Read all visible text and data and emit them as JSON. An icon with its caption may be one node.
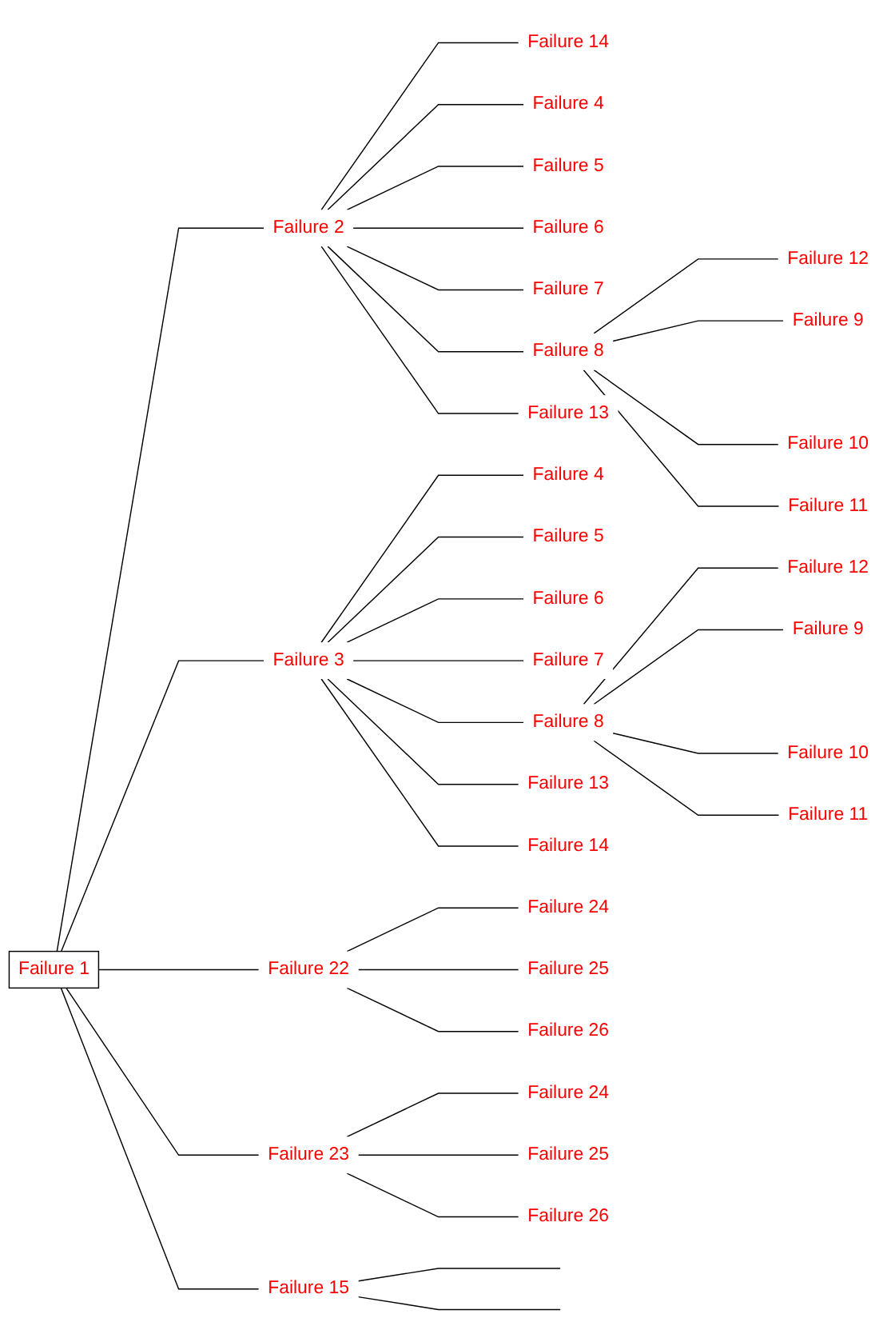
{
  "diagram": {
    "nodes": [
      {
        "text": [
          "Failure 1"
        ]
      },
      {
        "text": [
          "Failure 2"
        ]
      },
      {
        "text": [
          "Failure 14"
        ]
      },
      {
        "text": [
          "Failure 4"
        ]
      },
      {
        "text": [
          "Failure 5"
        ]
      },
      {
        "text": [
          "Failure 6"
        ]
      },
      {
        "text": [
          "Failure 7"
        ]
      },
      {
        "text": [
          "Failure 8"
        ]
      },
      {
        "text": [
          "Failure 12"
        ]
      },
      {
        "text": [
          "Failure 9"
        ]
      },
      {
        "text": [
          "Failure 10"
        ]
      },
      {
        "text": [
          "Failure 11"
        ]
      },
      {
        "text": [
          "Failure 13"
        ]
      },
      {
        "text": [
          "Failure 3"
        ]
      },
      {
        "text": [
          "Failure 4"
        ]
      },
      {
        "text": [
          "Failure 5"
        ]
      },
      {
        "text": [
          "Failure 6"
        ]
      },
      {
        "text": [
          "Failure 7"
        ]
      },
      {
        "text": [
          "Failure 8"
        ]
      },
      {
        "text": [
          "Failure 12"
        ]
      },
      {
        "text": [
          "Failure 9"
        ]
      },
      {
        "text": [
          "Failure 10"
        ]
      },
      {
        "text": [
          "Failure 11"
        ]
      },
      {
        "text": [
          "Failure 13"
        ]
      },
      {
        "text": [
          "Failure 14"
        ]
      },
      {
        "text": [
          "Failure 15"
        ]
      },
      {
        "text": [
          "Failure 22"
        ]
      },
      {
        "text": [
          "Failure 24"
        ]
      },
      {
        "text": [
          "Failure 25"
        ]
      },
      {
        "text": [
          "Failure 26"
        ]
      },
      {
        "text": [
          "Failure 23"
        ]
      },
      {
        "text": [
          "Failure 24"
        ]
      },
      {
        "text": [
          "Failure 25"
        ]
      },
      {
        "text": [
          "Failure 26"
        ]
      }
    ],
    "edges": [
      {
        "from": 0,
        "to": 1,
        "arrow": "none"
      },
      {
        "from": 1,
        "to": 2,
        "arrow": "none"
      },
      {
        "from": 1,
        "to": 3,
        "arrow": "none"
      },
      {
        "from": 1,
        "to": 4,
        "arrow": "none"
      },
      {
        "from": 1,
        "to": 5,
        "arrow": "none"
      },
      {
        "from": 1,
        "to": 6,
        "arrow": "none"
      },
      {
        "from": 1,
        "to": 7,
        "arrow": "none"
      },
      {
        "from": 7,
        "to": 8,
        "arrow": "none"
      },
      {
        "from": 7,
        "to": 9,
        "arrow": "none"
      },
      {
        "from": 7,
        "to": 10,
        "arrow": "none"
      },
      {
        "from": 7,
        "to": 11,
        "arrow": "none"
      },
      {
        "from": 1,
        "to": 12,
        "arrow": "none"
      },
      {
        "from": 0,
        "to": 13,
        "arrow": "none"
      },
      {
        "from": 13,
        "to": 14,
        "arrow": "none"
      },
      {
        "from": 13,
        "to": 15,
        "arrow": "none"
      },
      {
        "from": 13,
        "to": 16,
        "arrow": "none"
      },
      {
        "from": 13,
        "to": 17,
        "arrow": "none"
      },
      {
        "from": 13,
        "to": 18,
        "arrow": "none"
      },
      {
        "from": 18,
        "to": 19,
        "arrow": "none"
      },
      {
        "from": 18,
        "to": 20,
        "arrow": "none"
      },
      {
        "from": 18,
        "to": 21,
        "arrow": "none"
      },
      {
        "from": 18,
        "to": 22,
        "arrow": "none"
      },
      {
        "from": 13,
        "to": 23,
        "arrow": "none"
      },
      {
        "from": 13,
        "to": 24,
        "arrow": "none"
      },
      {
        "from": 0,
        "to": 25,
        "arrow": "none"
      },
      {
        "from": 25,
        "to": null,
        "arrow": "none"
      },
      {
        "from": 25,
        "to": null,
        "arrow": "none"
      },
      {
        "from": 0,
        "to": 26,
        "arrow": "none"
      },
      {
        "from": 26,
        "to": 27,
        "arrow": "none"
      },
      {
        "from": 26,
        "to": 28,
        "arrow": "none"
      },
      {
        "from": 26,
        "to": 29,
        "arrow": "none"
      },
      {
        "from": 0,
        "to": 30,
        "arrow": "none"
      },
      {
        "from": 30,
        "to": 31,
        "arrow": "none"
      },
      {
        "from": 30,
        "to": 32,
        "arrow": "none"
      },
      {
        "from": 30,
        "to": 33,
        "arrow": "none"
      }
    ]
  }
}
